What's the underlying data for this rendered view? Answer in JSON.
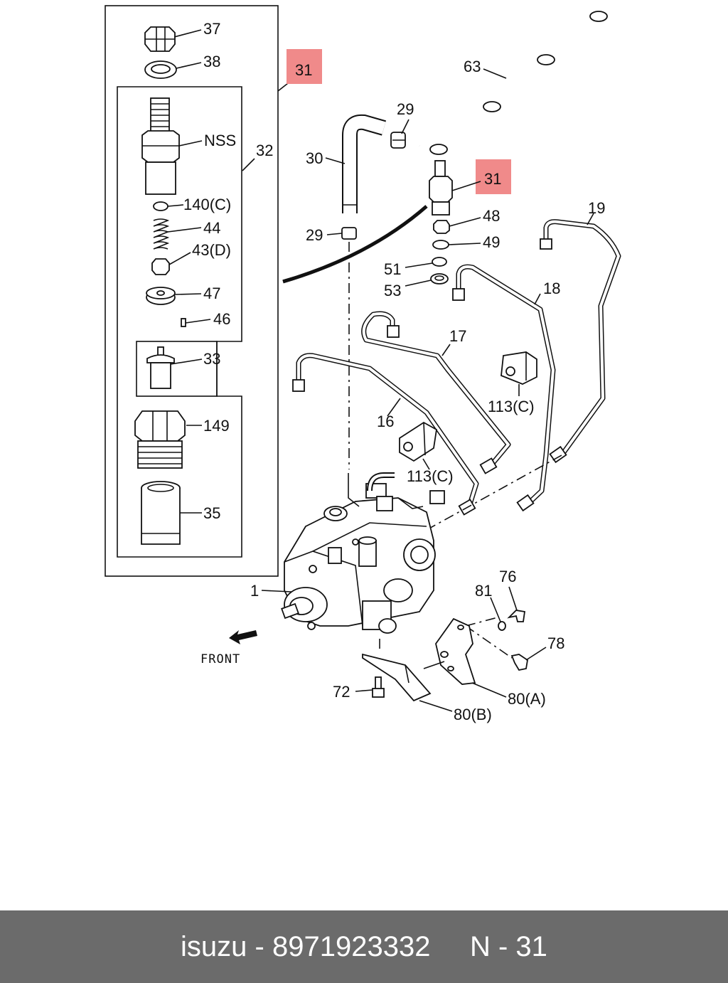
{
  "diagram": {
    "labels": {
      "l37": "37",
      "l38": "38",
      "l31a": "31",
      "l32": "32",
      "lnss": "NSS",
      "l140c": "140(C)",
      "l44": "44",
      "l43d": "43(D)",
      "l47": "47",
      "l46": "46",
      "l33": "33",
      "l149": "149",
      "l35": "35",
      "l63": "63",
      "l29a": "29",
      "l30": "30",
      "l31b": "31",
      "l29b": "29",
      "l48": "48",
      "l49": "49",
      "l19": "19",
      "l51": "51",
      "l53": "53",
      "l18": "18",
      "l17": "17",
      "l113a": "113(C)",
      "l16": "16",
      "l113b": "113(C)",
      "l1": "1",
      "l81": "81",
      "l76": "76",
      "l78": "78",
      "lfront": "FRONT",
      "l72": "72",
      "l80a": "80(A)",
      "l80b": "80(B)"
    },
    "highlight_color": "#f08a8a"
  },
  "footer": {
    "brand": "isuzu",
    "part_number": "8971923332",
    "page": "N - 31",
    "text": "isuzu - 8971923332     N - 31"
  }
}
